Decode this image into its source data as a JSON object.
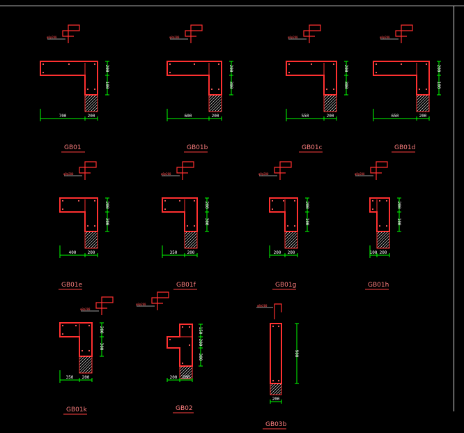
{
  "drawing": {
    "sections": [
      {
        "label": "GB01",
        "note": "φ8@200",
        "dims": {
          "bottom": "700",
          "base": "200",
          "top": "200",
          "mid": "100"
        }
      },
      {
        "label": "GB01b",
        "note": "φ8@200",
        "dims": {
          "bottom": "600",
          "base": "200",
          "top": "200",
          "mid": "300"
        }
      },
      {
        "label": "GB01c",
        "note": "φ8@200",
        "dims": {
          "bottom": "550",
          "base": "200",
          "top": "200",
          "mid": "300"
        }
      },
      {
        "label": "GB01d",
        "note": "φ8@200",
        "dims": {
          "bottom": "650",
          "base": "200",
          "top": "200",
          "mid": "100"
        }
      },
      {
        "label": "GB01e",
        "note": "φ8@200",
        "dims": {
          "bottom": "400",
          "base": "200",
          "top": "200",
          "mid": "300"
        }
      },
      {
        "label": "GB01f",
        "note": "φ8@200",
        "dims": {
          "bottom": "350",
          "base": "200",
          "top": "200",
          "mid": "300"
        }
      },
      {
        "label": "GB01g",
        "note": "φ8@200",
        "dims": {
          "bottom": "200",
          "base": "200",
          "top": "200",
          "mid": "100"
        }
      },
      {
        "label": "GB01h",
        "note": "φ8@200",
        "dims": {
          "bottom": "100",
          "base": "200",
          "top": "200",
          "mid": "100"
        }
      },
      {
        "label": "GB01k",
        "note": "φ8@200",
        "dims": {
          "bottom": "350",
          "base": "200",
          "top": "200",
          "mid": "300"
        }
      },
      {
        "label": "GB02",
        "note": "φ8@200",
        "dims": {
          "bottom": "200",
          "base": "200",
          "top": "150",
          "mid": "200",
          "low": "300"
        }
      },
      {
        "label": "GB03b",
        "note": "φ8@200",
        "dims": {
          "base": "200",
          "height": "900"
        }
      }
    ]
  }
}
